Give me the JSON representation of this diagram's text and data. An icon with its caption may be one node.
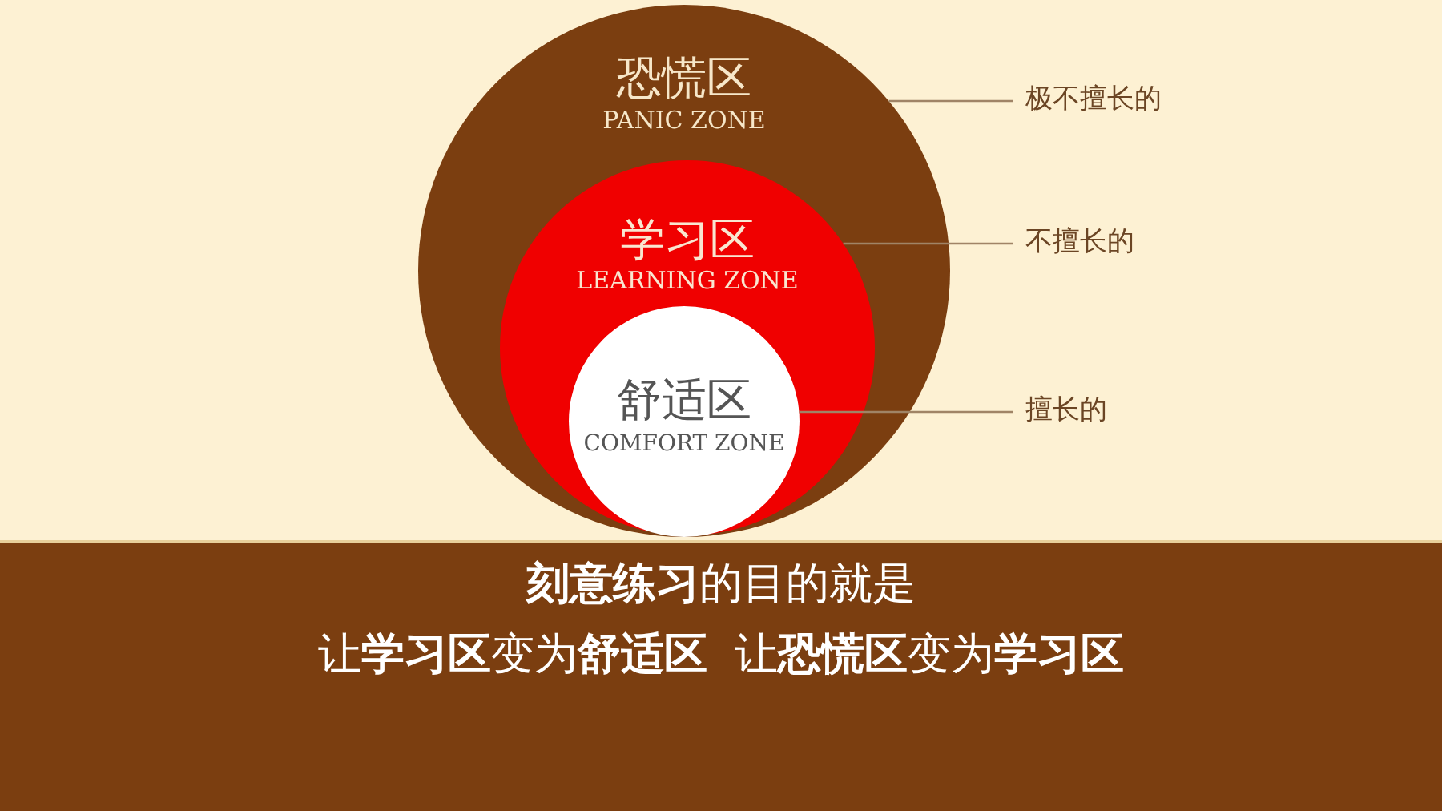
{
  "diagram": {
    "nodes": [
      {
        "text": [
          "恐慌区",
          "PANIC ZONE"
        ]
      },
      {
        "text": [
          "学习区",
          "LEARNING ZONE"
        ],
        "in": 0
      },
      {
        "text": [
          "舒适区",
          "COMFORT ZONE"
        ],
        "in": 1
      },
      {
        "text": [
          "极不擅长的"
        ]
      },
      {
        "text": [
          "不擅长的"
        ]
      },
      {
        "text": [
          "擅长的"
        ]
      }
    ],
    "edges": [
      {
        "from": 3,
        "to": 0,
        "arrow": "none"
      },
      {
        "from": 4,
        "to": 1,
        "arrow": "none"
      },
      {
        "from": 5,
        "to": 2,
        "arrow": "none"
      }
    ],
    "labels": [
      "**刻意练习**的目的就是",
      "让**学习区**变为**舒适区**  让**恐慌区**变为**学习区**"
    ]
  }
}
